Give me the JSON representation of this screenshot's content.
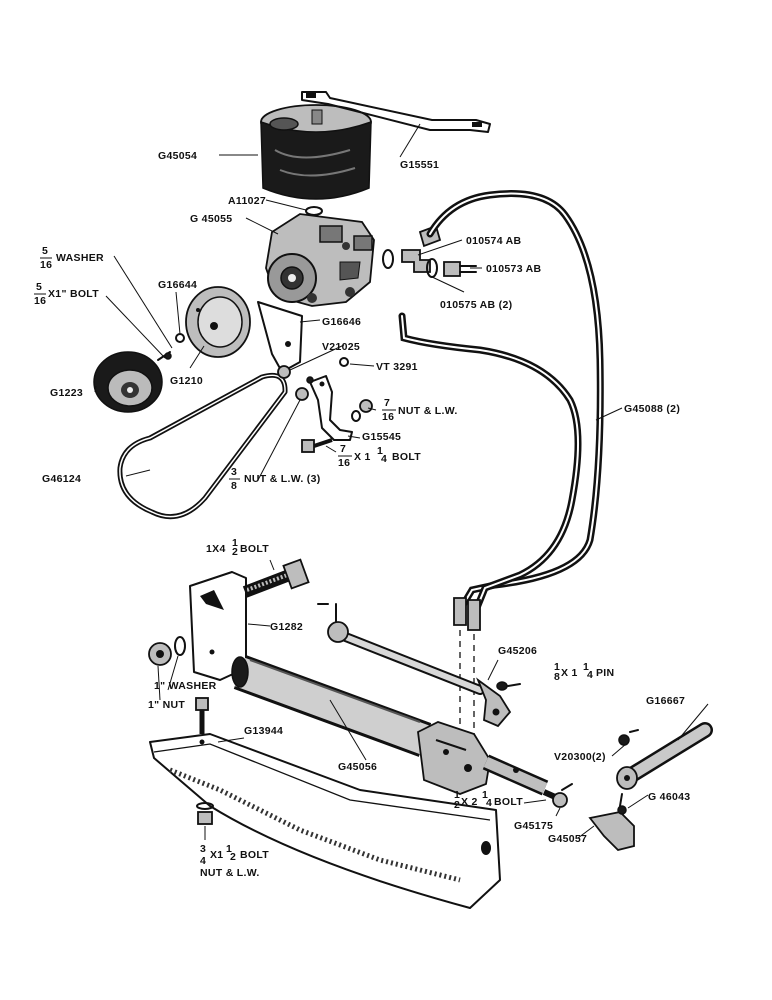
{
  "diagram": {
    "labels": {
      "g45054": "G45054",
      "g15551": "G15551",
      "a11027": "A11027",
      "g45055": "G 45055",
      "o10574": "010574 AB",
      "o10573": "010573 AB",
      "o10575": "010575 AB (2)",
      "washer_516_a": "5",
      "washer_516_b": "16",
      "washer_516_c": "WASHER",
      "bolt_516_a": "5",
      "bolt_516_b": "16",
      "bolt_516_c": "X1\" BOLT",
      "g16644": "G16644",
      "g16646": "G16646",
      "v21025": "V21025",
      "vt3291": "VT 3291",
      "g1223": "G1223",
      "g1210": "G1210",
      "nut_lw_716_a": "7",
      "nut_lw_716_b": "16",
      "nut_lw_716_c": "NUT & L.W.",
      "g15545": "G15545",
      "bolt_716_a": "7",
      "bolt_716_b": "16",
      "bolt_716_c": "X 1",
      "bolt_716_d": "BOLT",
      "g46124": "G46124",
      "nut_lw_38_a": "3",
      "nut_lw_38_b": "8",
      "nut_lw_38_c": "NUT & L.W. (3)",
      "g45088": "G45088 (2)",
      "bolt_1x4_a": "1X4",
      "bolt_1x4_b": "BOLT",
      "g1282": "G1282",
      "g45206": "G45206",
      "pin_a": "X 1",
      "pin_b": "PIN",
      "washer_1": "1\" WASHER",
      "nut_1": "1\" NUT",
      "g13944": "G13944",
      "g45056": "G45056",
      "g16667": "G16667",
      "v20300": "V20300(2)",
      "g46043": "G 46043",
      "bolt_12_a": "1",
      "bolt_12_b": "X 2",
      "bolt_12_c": "BOLT",
      "g45175": "G45175",
      "g45057": "G45057",
      "bolt_34_a": "3",
      "bolt_34_b": "4",
      "bolt_34_c": "X1",
      "bolt_34_d": "BOLT",
      "bolt_34_e": "NUT & L.W."
    }
  }
}
